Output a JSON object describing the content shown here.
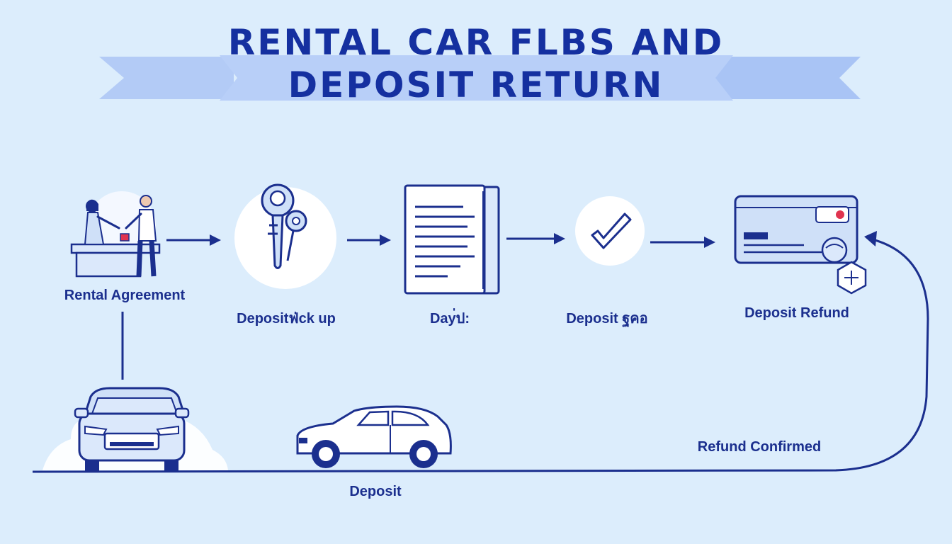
{
  "title": {
    "line1": "RENTAL CAR FLBS AND",
    "line2": "DEPOSIT RETURN"
  },
  "steps": [
    {
      "label": "Rental Agreement",
      "icon": "agent-customer-handshake-icon"
    },
    {
      "label": "Depositฟ่ck up",
      "icon": "keys-icon"
    },
    {
      "label": "Day่ป:",
      "icon": "document-icon"
    },
    {
      "label": "Deposit ฐคอ",
      "icon": "checkmark-icon"
    },
    {
      "label": "Deposit Refund",
      "icon": "credit-card-icon"
    }
  ],
  "bottom": {
    "refund_confirmed": "Refund Confirmed",
    "deposit": "Deposit"
  },
  "colors": {
    "background": "#dcedfc",
    "primary": "#1530a0",
    "banner": "#a9c4f5",
    "line": "#1b2f8e",
    "accent_red": "#e0344f"
  }
}
